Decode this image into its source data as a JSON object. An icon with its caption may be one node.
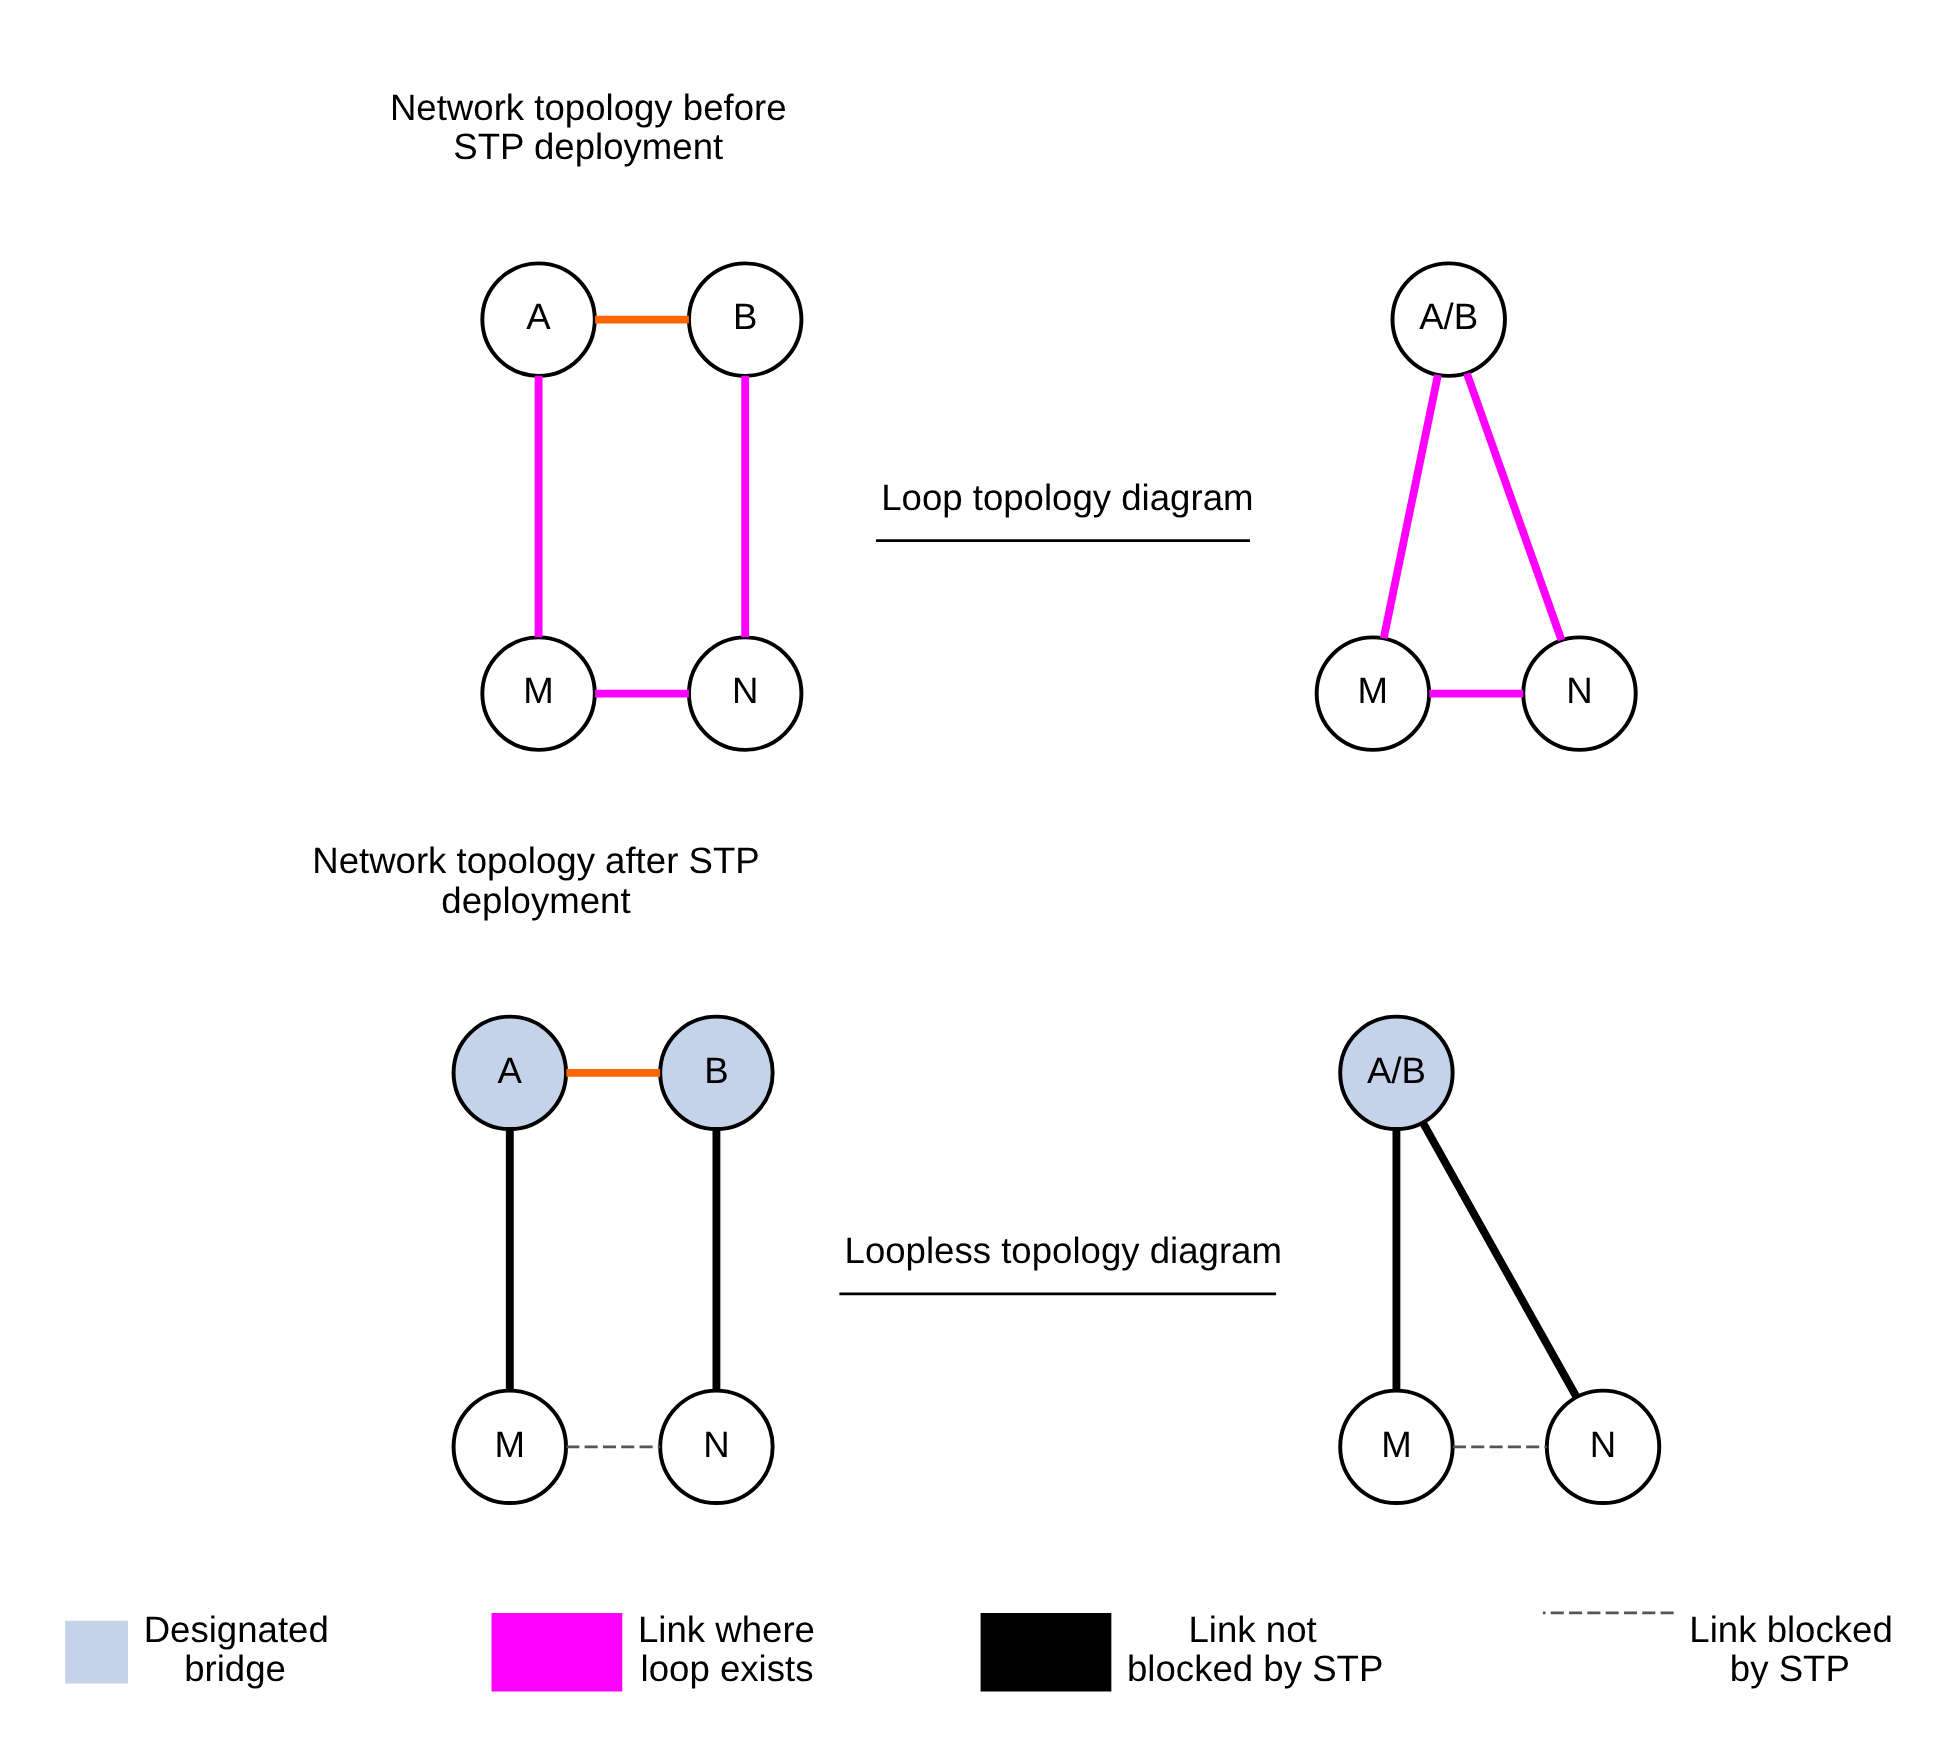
{
  "diagram": {
    "nodes": [
      {
        "text": [
          "A"
        ]
      },
      {
        "text": [
          "B"
        ]
      },
      {
        "text": [
          "A/B"
        ]
      },
      {
        "text": [
          "M"
        ]
      },
      {
        "text": [
          "N"
        ]
      },
      {
        "text": [
          "M"
        ]
      },
      {
        "text": [
          "N"
        ]
      },
      {
        "text": [
          "A"
        ]
      },
      {
        "text": [
          "B"
        ]
      },
      {
        "text": [
          "A/B"
        ]
      },
      {
        "text": [
          "M"
        ]
      },
      {
        "text": [
          "N"
        ]
      },
      {
        "text": [
          "M"
        ]
      },
      {
        "text": [
          "N"
        ]
      }
    ],
    "edges": [
      {
        "from": 0,
        "to": 1,
        "arrow": "none",
        "color": "#ff6600"
      },
      {
        "from": 0,
        "to": 3,
        "arrow": "none",
        "color": "#ff00ff"
      },
      {
        "from": 1,
        "to": 4,
        "arrow": "none",
        "color": "#ff00ff"
      },
      {
        "from": 3,
        "to": 4,
        "arrow": "none",
        "color": "#ff00ff"
      },
      {
        "from": 2,
        "to": 5,
        "arrow": "none",
        "color": "#ff00ff"
      },
      {
        "from": 2,
        "to": 6,
        "arrow": "none",
        "color": "#ff00ff"
      },
      {
        "from": 5,
        "to": 6,
        "arrow": "none",
        "color": "#ff00ff"
      },
      {
        "from": 7,
        "to": 8,
        "arrow": "none",
        "color": "#ff6600"
      },
      {
        "from": 7,
        "to": 10,
        "arrow": "none",
        "color": "#000000"
      },
      {
        "from": 8,
        "to": 11,
        "arrow": "none",
        "color": "#000000"
      },
      {
        "from": 10,
        "to": 11,
        "arrow": "none",
        "style": "dashed",
        "color": "#555555"
      },
      {
        "from": 9,
        "to": 12,
        "arrow": "none",
        "color": "#000000"
      },
      {
        "from": 9,
        "to": 13,
        "arrow": "none",
        "color": "#000000"
      },
      {
        "from": 12,
        "to": 13,
        "arrow": "none",
        "style": "dashed",
        "color": "#555555"
      }
    ],
    "labels": [
      "Network topology before STP deployment",
      "Loop topology diagram",
      "Network topology after STP deployment",
      "Loopless topology diagram"
    ],
    "legend": [
      {
        "text": "Designated bridge",
        "color": "#c5d3ea"
      },
      {
        "text": "Link where loop exists"
      },
      {
        "text": "Link not blocked by STP"
      },
      {
        "text": "Link blocked by STP"
      }
    ]
  }
}
